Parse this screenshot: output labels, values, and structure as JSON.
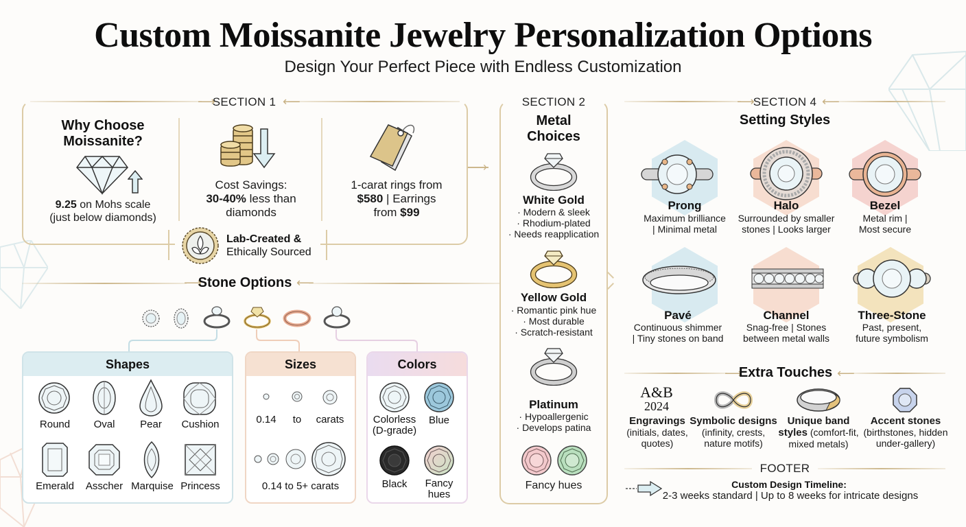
{
  "header": {
    "title": "Custom Moissanite Jewelry Personalization Options",
    "subtitle": "Design Your Perfect Piece with Endless Customization"
  },
  "colors": {
    "gold_accent": "#cdb88d",
    "section_border": "#dccba6",
    "shapes_header": "#dcedf1",
    "sizes_header": "#f6e1d2",
    "colors_header": "#efdcef",
    "hex_blue": "#d8eaf0",
    "hex_peach": "#f7ddd0",
    "hex_rose": "#f5d3cf",
    "hex_gold": "#f3e3bd"
  },
  "section1": {
    "label": "SECTION 1",
    "why": {
      "title": "Why Choose Moissanite?",
      "value": "9.25",
      "text": " on Mohs scale",
      "note": "(just below diamonds)",
      "icon": "diamond-icon"
    },
    "cost": {
      "line1": "Cost Savings:",
      "value": "30-40%",
      "line2": " less than",
      "line3": "diamonds",
      "icon": "coins-down-icon"
    },
    "price": {
      "line1": "1-carat rings from",
      "value1": "$580",
      "line2": " | Earrings",
      "line3": "from ",
      "value2": "$99",
      "icon": "price-tag-icon"
    },
    "badge": {
      "line1": "Lab-Created &",
      "line2": "Ethically Sourced",
      "icon": "leaf-seal-icon"
    }
  },
  "stone_options": {
    "title": "Stone Options",
    "preview_icons": [
      "halo-stone-icon",
      "oval-halo-icon",
      "white-ring-icon",
      "yellow-ring-icon",
      "rose-band-icon",
      "solitaire-ring-icon"
    ],
    "shapes": {
      "title": "Shapes",
      "items": [
        "Round",
        "Oval",
        "Pear",
        "Cushion",
        "Emerald",
        "Asscher",
        "Marquise",
        "Princess"
      ]
    },
    "sizes": {
      "title": "Sizes",
      "row1_labels": [
        "0.14",
        "to",
        "carats"
      ],
      "row2_label": "0.14 to 5+ carats"
    },
    "colors": {
      "title": "Colors",
      "items": [
        {
          "label": "Colorless",
          "sub": "(D-grade)",
          "hex": "#eef6f8"
        },
        {
          "label": "Blue",
          "sub": "",
          "hex": "#9cc8dc"
        },
        {
          "label": "Black",
          "sub": "",
          "hex": "#2a2a2a"
        },
        {
          "label": "Fancy",
          "sub": "hues",
          "hex": "#d9e4cf"
        }
      ]
    }
  },
  "section2": {
    "label": "SECTION 2",
    "title_line1": "Metal",
    "title_line2": "Choices",
    "metals": [
      {
        "name": "White Gold",
        "bullets": [
          "· Modern & sleek",
          "· Rhodium-plated",
          "· Needs reapplication"
        ],
        "color": "#d9d9d9"
      },
      {
        "name": "Yellow Gold",
        "bullets": [
          "· Romantic pink hue",
          "· Most durable",
          "· Scratch-resistant"
        ],
        "color": "#e7c77f"
      },
      {
        "name": "Platinum",
        "bullets": [
          "· Hypoallergenic",
          "· Develops patina"
        ],
        "color": "#cfcfcf"
      }
    ],
    "fancy": {
      "label": "Fancy hues",
      "colors": [
        "#f3c9cc",
        "#b9dfbe"
      ]
    }
  },
  "section4": {
    "label": "SECTION 4",
    "title": "Setting Styles",
    "settings": [
      {
        "name": "Prong",
        "line1": "Maximum brilliance",
        "line2": "| Minimal metal"
      },
      {
        "name": "Halo",
        "line1": "Surrounded by smaller",
        "line2": "stones | Looks larger"
      },
      {
        "name": "Bezel",
        "line1": "Metal rim |",
        "line2": "Most secure"
      },
      {
        "name": "Pavé",
        "line1": "Continuous shimmer",
        "line2": "| Tiny stones on band"
      },
      {
        "name": "Channel",
        "line1": "Snag-free | Stones",
        "line2": "between metal walls"
      },
      {
        "name": "Three-Stone",
        "line1": "Past, present,",
        "line2": "future symbolism"
      }
    ]
  },
  "extra": {
    "title": "Extra Touches",
    "engraving_sample_1": "A&B",
    "engraving_sample_2": "2024",
    "items": [
      {
        "bold": "Engravings",
        "rest1": "(initials, dates,",
        "rest2": "quotes)"
      },
      {
        "bold": "Symbolic designs",
        "rest1": "(infinity, crests,",
        "rest2": "nature motifs)"
      },
      {
        "bold": "Unique band",
        "bold2": "styles",
        "rest1": " (comfort-fit,",
        "rest2": "mixed metals)"
      },
      {
        "bold": "Accent stones",
        "rest1": "(birthstones, hidden",
        "rest2": "under-gallery)"
      }
    ]
  },
  "footer": {
    "label": "FOOTER",
    "title": "Custom Design Timeline:",
    "text": "2-3 weeks standard | Up to 8 weeks for intricate designs"
  }
}
